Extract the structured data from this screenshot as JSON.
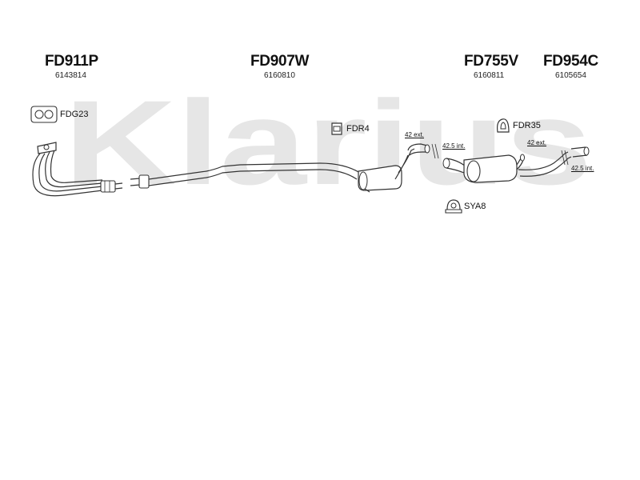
{
  "watermark": {
    "text": "Klarius",
    "color": "#e6e6e6"
  },
  "parts": [
    {
      "code": "FD911P",
      "number": "6143814"
    },
    {
      "code": "FD907W",
      "number": "6160810"
    },
    {
      "code": "FD755V",
      "number": "6160811"
    },
    {
      "code": "FD954C",
      "number": "6105654"
    }
  ],
  "accessories": [
    {
      "label": "FDG23",
      "icon": "gasket-icon"
    },
    {
      "label": "FDR4",
      "icon": "rubber-mount-icon"
    },
    {
      "label": "FDR35",
      "icon": "rubber-mount-icon"
    },
    {
      "label": "SYA8",
      "icon": "clamp-icon"
    }
  ],
  "dimensions": [
    {
      "label": "42 ext."
    },
    {
      "label": "42.5 int."
    },
    {
      "label": "42 ext."
    },
    {
      "label": "42.5 int."
    }
  ]
}
